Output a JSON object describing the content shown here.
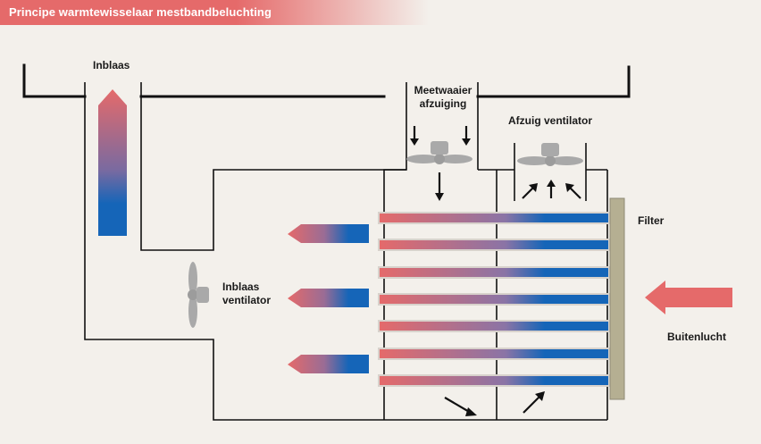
{
  "title": "Principe warmtewisselaar mestbandbeluchting",
  "labels": {
    "inblaas": "Inblaas",
    "meetwaaier_line1": "Meetwaaier",
    "meetwaaier_line2": "afzuiging",
    "afzuig_ventilator": "Afzuig ventilator",
    "filter": "Filter",
    "inblaas_ventilator_line1": "Inblaas",
    "inblaas_ventilator_line2": "ventilator",
    "buitenlucht": "Buitenlucht"
  },
  "colors": {
    "warm": "#e56a6a",
    "cold": "#1565b8",
    "line": "#111111",
    "fan": "#a9a9a9",
    "filter": "#b5af92",
    "background": "#f3f0eb"
  },
  "icons": [
    "fan-icon",
    "arrow-icon"
  ]
}
